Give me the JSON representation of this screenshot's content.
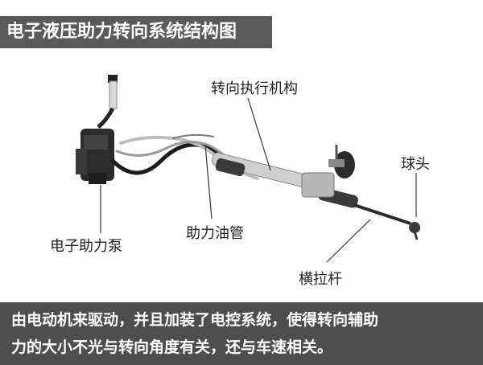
{
  "title": "电子液压助力转向系统结构图",
  "labels": {
    "steering_actuator": "转向执行机构",
    "ball_joint": "球头",
    "electric_pump": "电子助力泵",
    "oil_pipe": "助力油管",
    "tie_rod": "横拉杆"
  },
  "caption": {
    "line1": "由电动机来驱动，并且加装了电控系统，使得转向辅助",
    "line2": "力的大小不光与转向角度有关，还与车速相关。"
  },
  "colors": {
    "title_bg": "#5a5a5a",
    "caption_bg": "#4e4e4e",
    "text_light": "#ffffff"
  }
}
